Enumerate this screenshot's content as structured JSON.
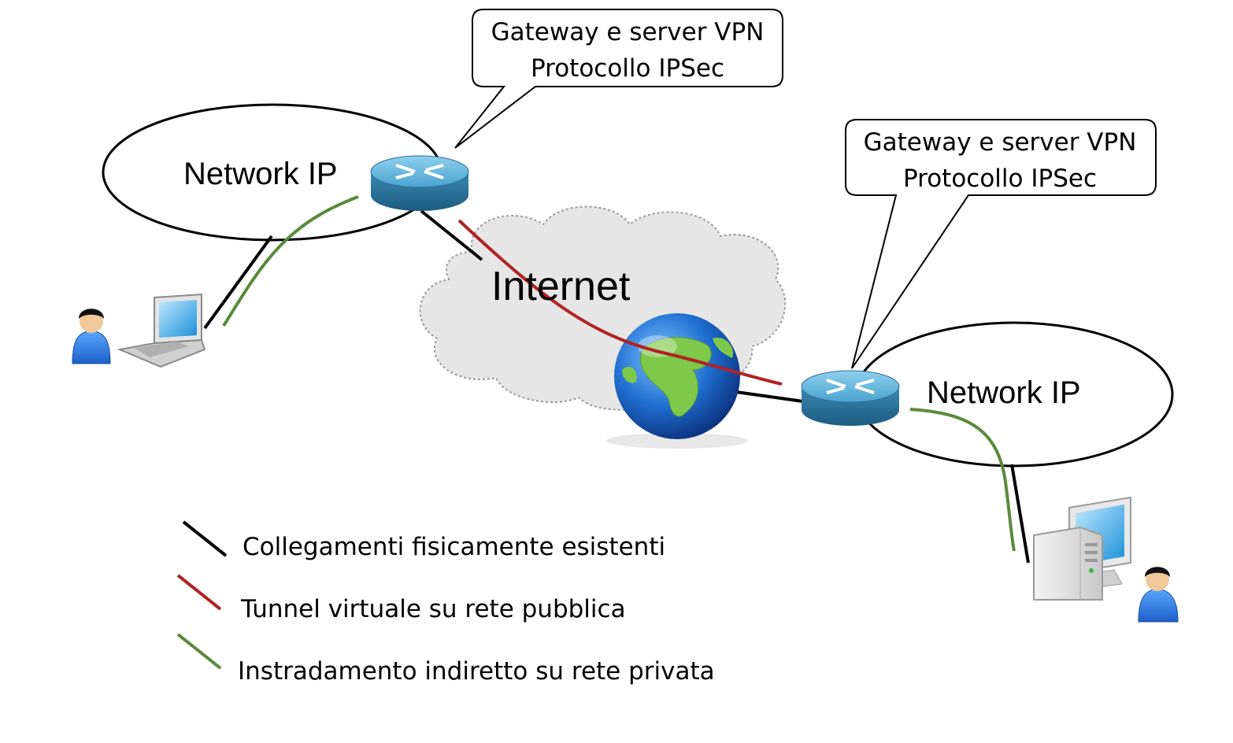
{
  "networks": {
    "left": {
      "label": "Network IP"
    },
    "right": {
      "label": "Network IP"
    }
  },
  "internet": {
    "label": "Internet"
  },
  "callouts": {
    "left": {
      "line1": "Gateway e server VPN",
      "line2": "Protocollo IPSec"
    },
    "right": {
      "line1": "Gateway e server VPN",
      "line2": "Protocollo IPSec"
    }
  },
  "legend": {
    "physical": {
      "label": "Collegamenti fisicamente esistenti",
      "color": "#000000"
    },
    "tunnel": {
      "label": "Tunnel virtuale su rete pubblica",
      "color": "#b22222"
    },
    "private": {
      "label": "Instradamento indiretto su rete privata",
      "color": "#5a8a3a"
    }
  },
  "icons": {
    "router": "router-icon",
    "globe": "globe-icon",
    "laptop": "laptop-icon",
    "desktop": "desktop-computer-icon",
    "user": "user-icon",
    "cloud": "cloud-icon"
  }
}
